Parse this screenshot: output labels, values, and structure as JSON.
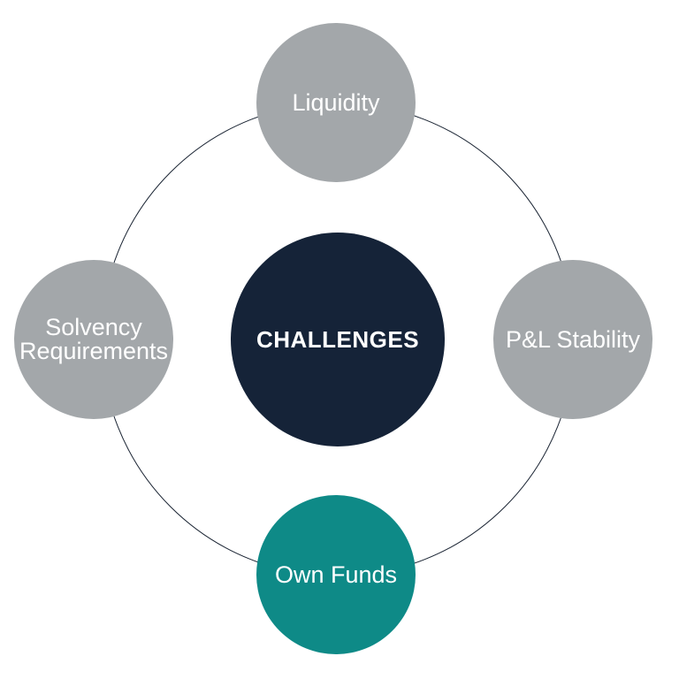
{
  "diagram": {
    "type": "hub-and-spoke",
    "background": "#ffffff",
    "colors": {
      "center_circle": "#152338",
      "satellite_circle": "#a3a7aa",
      "highlight_circle": "#0e8a87",
      "ring_stroke": "#1a2433",
      "label_text": "#ffffff"
    },
    "center": {
      "id": "challenges",
      "label": "CHALLENGES"
    },
    "nodes": [
      {
        "id": "liquidity",
        "position": "top",
        "label": "Liquidity",
        "lines": [
          "Liquidity"
        ],
        "color": "#a3a7aa"
      },
      {
        "id": "solvency-requirements",
        "position": "left",
        "label": "Solvency Requirements",
        "lines": [
          "Solvency",
          "Requirements"
        ],
        "color": "#a3a7aa"
      },
      {
        "id": "pl-stability",
        "position": "right",
        "label": "P&L Stability",
        "lines": [
          "P&L Stability"
        ],
        "color": "#a3a7aa"
      },
      {
        "id": "own-funds",
        "position": "bottom",
        "label": "Own Funds",
        "lines": [
          "Own Funds"
        ],
        "color": "#0e8a87"
      }
    ]
  }
}
